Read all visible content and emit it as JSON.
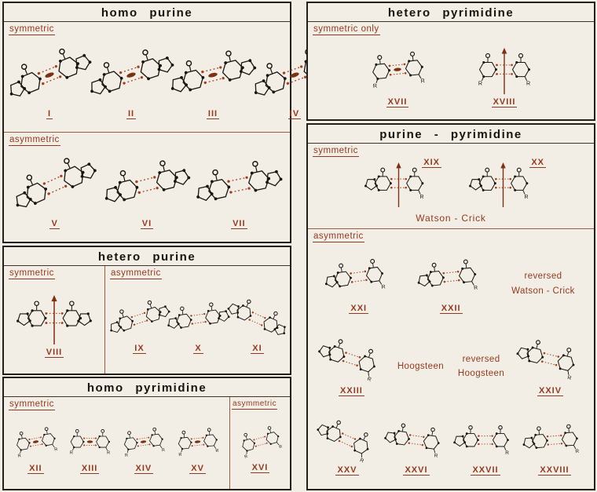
{
  "figure": {
    "background": "#f2eee5",
    "ink": "#1d1a16",
    "accent": "#8e3a20"
  },
  "panels": {
    "homo_purine": {
      "title": "homo purine",
      "sections": [
        {
          "label": "symmetric",
          "structures": [
            {
              "numeral": "I",
              "kind": "pp",
              "sym": "lens",
              "rot": -22
            },
            {
              "numeral": "II",
              "kind": "pp",
              "sym": "lens",
              "rot": -18
            },
            {
              "numeral": "III",
              "kind": "pp",
              "sym": "lens",
              "rot": -14
            },
            {
              "numeral": "IV",
              "kind": "pp",
              "sym": "lens",
              "rot": -20
            }
          ]
        },
        {
          "label": "asymmetric",
          "structures": [
            {
              "numeral": "V",
              "kind": "pp",
              "rot": -24
            },
            {
              "numeral": "VI",
              "kind": "pp",
              "rot": -14
            },
            {
              "numeral": "VII",
              "kind": "pp",
              "rot": -12
            }
          ]
        }
      ]
    },
    "hetero_purine": {
      "title": "hetero purine",
      "symmetric_label": "symmetric",
      "symmetric_structures": [
        {
          "numeral": "VIII",
          "kind": "pp",
          "sym": "arrow",
          "rot": 0
        }
      ],
      "asymmetric_label": "asymmetric",
      "asymmetric_structures": [
        {
          "numeral": "IX",
          "kind": "pp",
          "rot": -18
        },
        {
          "numeral": "X",
          "kind": "pp",
          "rot": -8
        },
        {
          "numeral": "XI",
          "kind": "pp",
          "rot": 24
        }
      ]
    },
    "homo_pyrimidine": {
      "title": "homo pyrimidine",
      "symmetric_label": "symmetric",
      "symmetric_structures": [
        {
          "numeral": "XII",
          "kind": "yy",
          "sym": "lens",
          "rot": -10
        },
        {
          "numeral": "XIII",
          "kind": "yy",
          "sym": "lens",
          "rot": 0
        },
        {
          "numeral": "XIV",
          "kind": "yy",
          "sym": "lens",
          "rot": -8
        },
        {
          "numeral": "XV",
          "kind": "yy",
          "sym": "lens",
          "rot": -6
        }
      ],
      "asymmetric_label": "asymmetric",
      "asymmetric_structures": [
        {
          "numeral": "XVI",
          "kind": "yy",
          "rot": -16
        }
      ]
    },
    "hetero_pyrimidine": {
      "title": "hetero pyrimidine",
      "section_label": "symmetric only",
      "structures": [
        {
          "numeral": "XVII",
          "kind": "yy",
          "sym": "lens",
          "rot": -6
        },
        {
          "numeral": "XVIII",
          "kind": "yy",
          "sym": "arrow",
          "rot": 0
        }
      ]
    },
    "purine_pyrimidine": {
      "title": "purine - pyrimidine",
      "symmetric_label": "symmetric",
      "symmetric_structures": [
        {
          "numeral": "XIX",
          "kind": "py",
          "sym": "arrow",
          "rot": 0,
          "numeral_pos": "top"
        },
        {
          "numeral": "XX",
          "kind": "py",
          "sym": "arrow",
          "rot": 0,
          "numeral_pos": "top"
        }
      ],
      "watson_crick_label": "Watson - Crick",
      "asymmetric_label": "asymmetric",
      "rows": [
        {
          "items": [
            {
              "type": "structure",
              "numeral": "XXI",
              "kind": "py",
              "rot": -8
            },
            {
              "type": "structure",
              "numeral": "XXII",
              "kind": "py",
              "rot": -6
            },
            {
              "type": "note",
              "lines": [
                "reversed",
                "Watson - Crick"
              ]
            }
          ]
        },
        {
          "items": [
            {
              "type": "structure",
              "numeral": "XXIII",
              "kind": "py",
              "rot": 18
            },
            {
              "type": "note",
              "lines": [
                "Hoogsteen"
              ]
            },
            {
              "type": "note",
              "lines": [
                "reversed",
                "Hoogsteen"
              ]
            },
            {
              "type": "structure",
              "numeral": "XXIV",
              "kind": "py",
              "rot": 14
            }
          ]
        },
        {
          "items": [
            {
              "type": "structure",
              "numeral": "XXV",
              "kind": "py",
              "rot": 24
            },
            {
              "type": "structure",
              "numeral": "XXVI",
              "kind": "py",
              "rot": 8
            },
            {
              "type": "structure",
              "numeral": "XXVII",
              "kind": "py",
              "rot": 0
            },
            {
              "type": "structure",
              "numeral": "XXVIII",
              "kind": "py",
              "rot": -4
            }
          ]
        }
      ]
    }
  },
  "structure_style": {
    "r_label": "R",
    "bond_color": "#a1401f",
    "atom_color": "#17140f",
    "symmetry_color": "#7c3013"
  }
}
